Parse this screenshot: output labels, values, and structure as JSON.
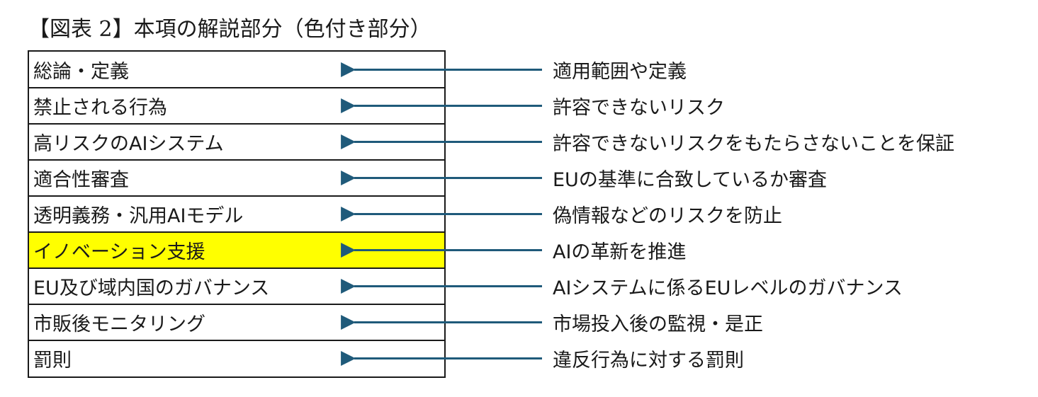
{
  "title": "【図表 2】本項の解説部分（色付き部分）",
  "accent_color": "#1f5a7a",
  "highlight_color": "#ffff00",
  "rows": [
    {
      "label": "総論・定義",
      "description": "適用範囲や定義",
      "highlighted": false
    },
    {
      "label": "禁止される行為",
      "description": "許容できないリスク",
      "highlighted": false
    },
    {
      "label": "高リスクのAIシステム",
      "description": "許容できないリスクをもたらさないことを保証",
      "highlighted": false
    },
    {
      "label": "適合性審査",
      "description": "EUの基準に合致しているか審査",
      "highlighted": false
    },
    {
      "label": "透明義務・汎用AIモデル",
      "description": "偽情報などのリスクを防止",
      "highlighted": false
    },
    {
      "label": "イノベーション支援",
      "description": "AIの革新を推進",
      "highlighted": true
    },
    {
      "label": "EU及び域内国のガバナンス",
      "description": "AIシステムに係るEUレベルのガバナンス",
      "highlighted": false
    },
    {
      "label": "市販後モニタリング",
      "description": "市場投入後の監視・是正",
      "highlighted": false
    },
    {
      "label": "罰則",
      "description": "違反行為に対する罰則",
      "highlighted": false
    }
  ]
}
